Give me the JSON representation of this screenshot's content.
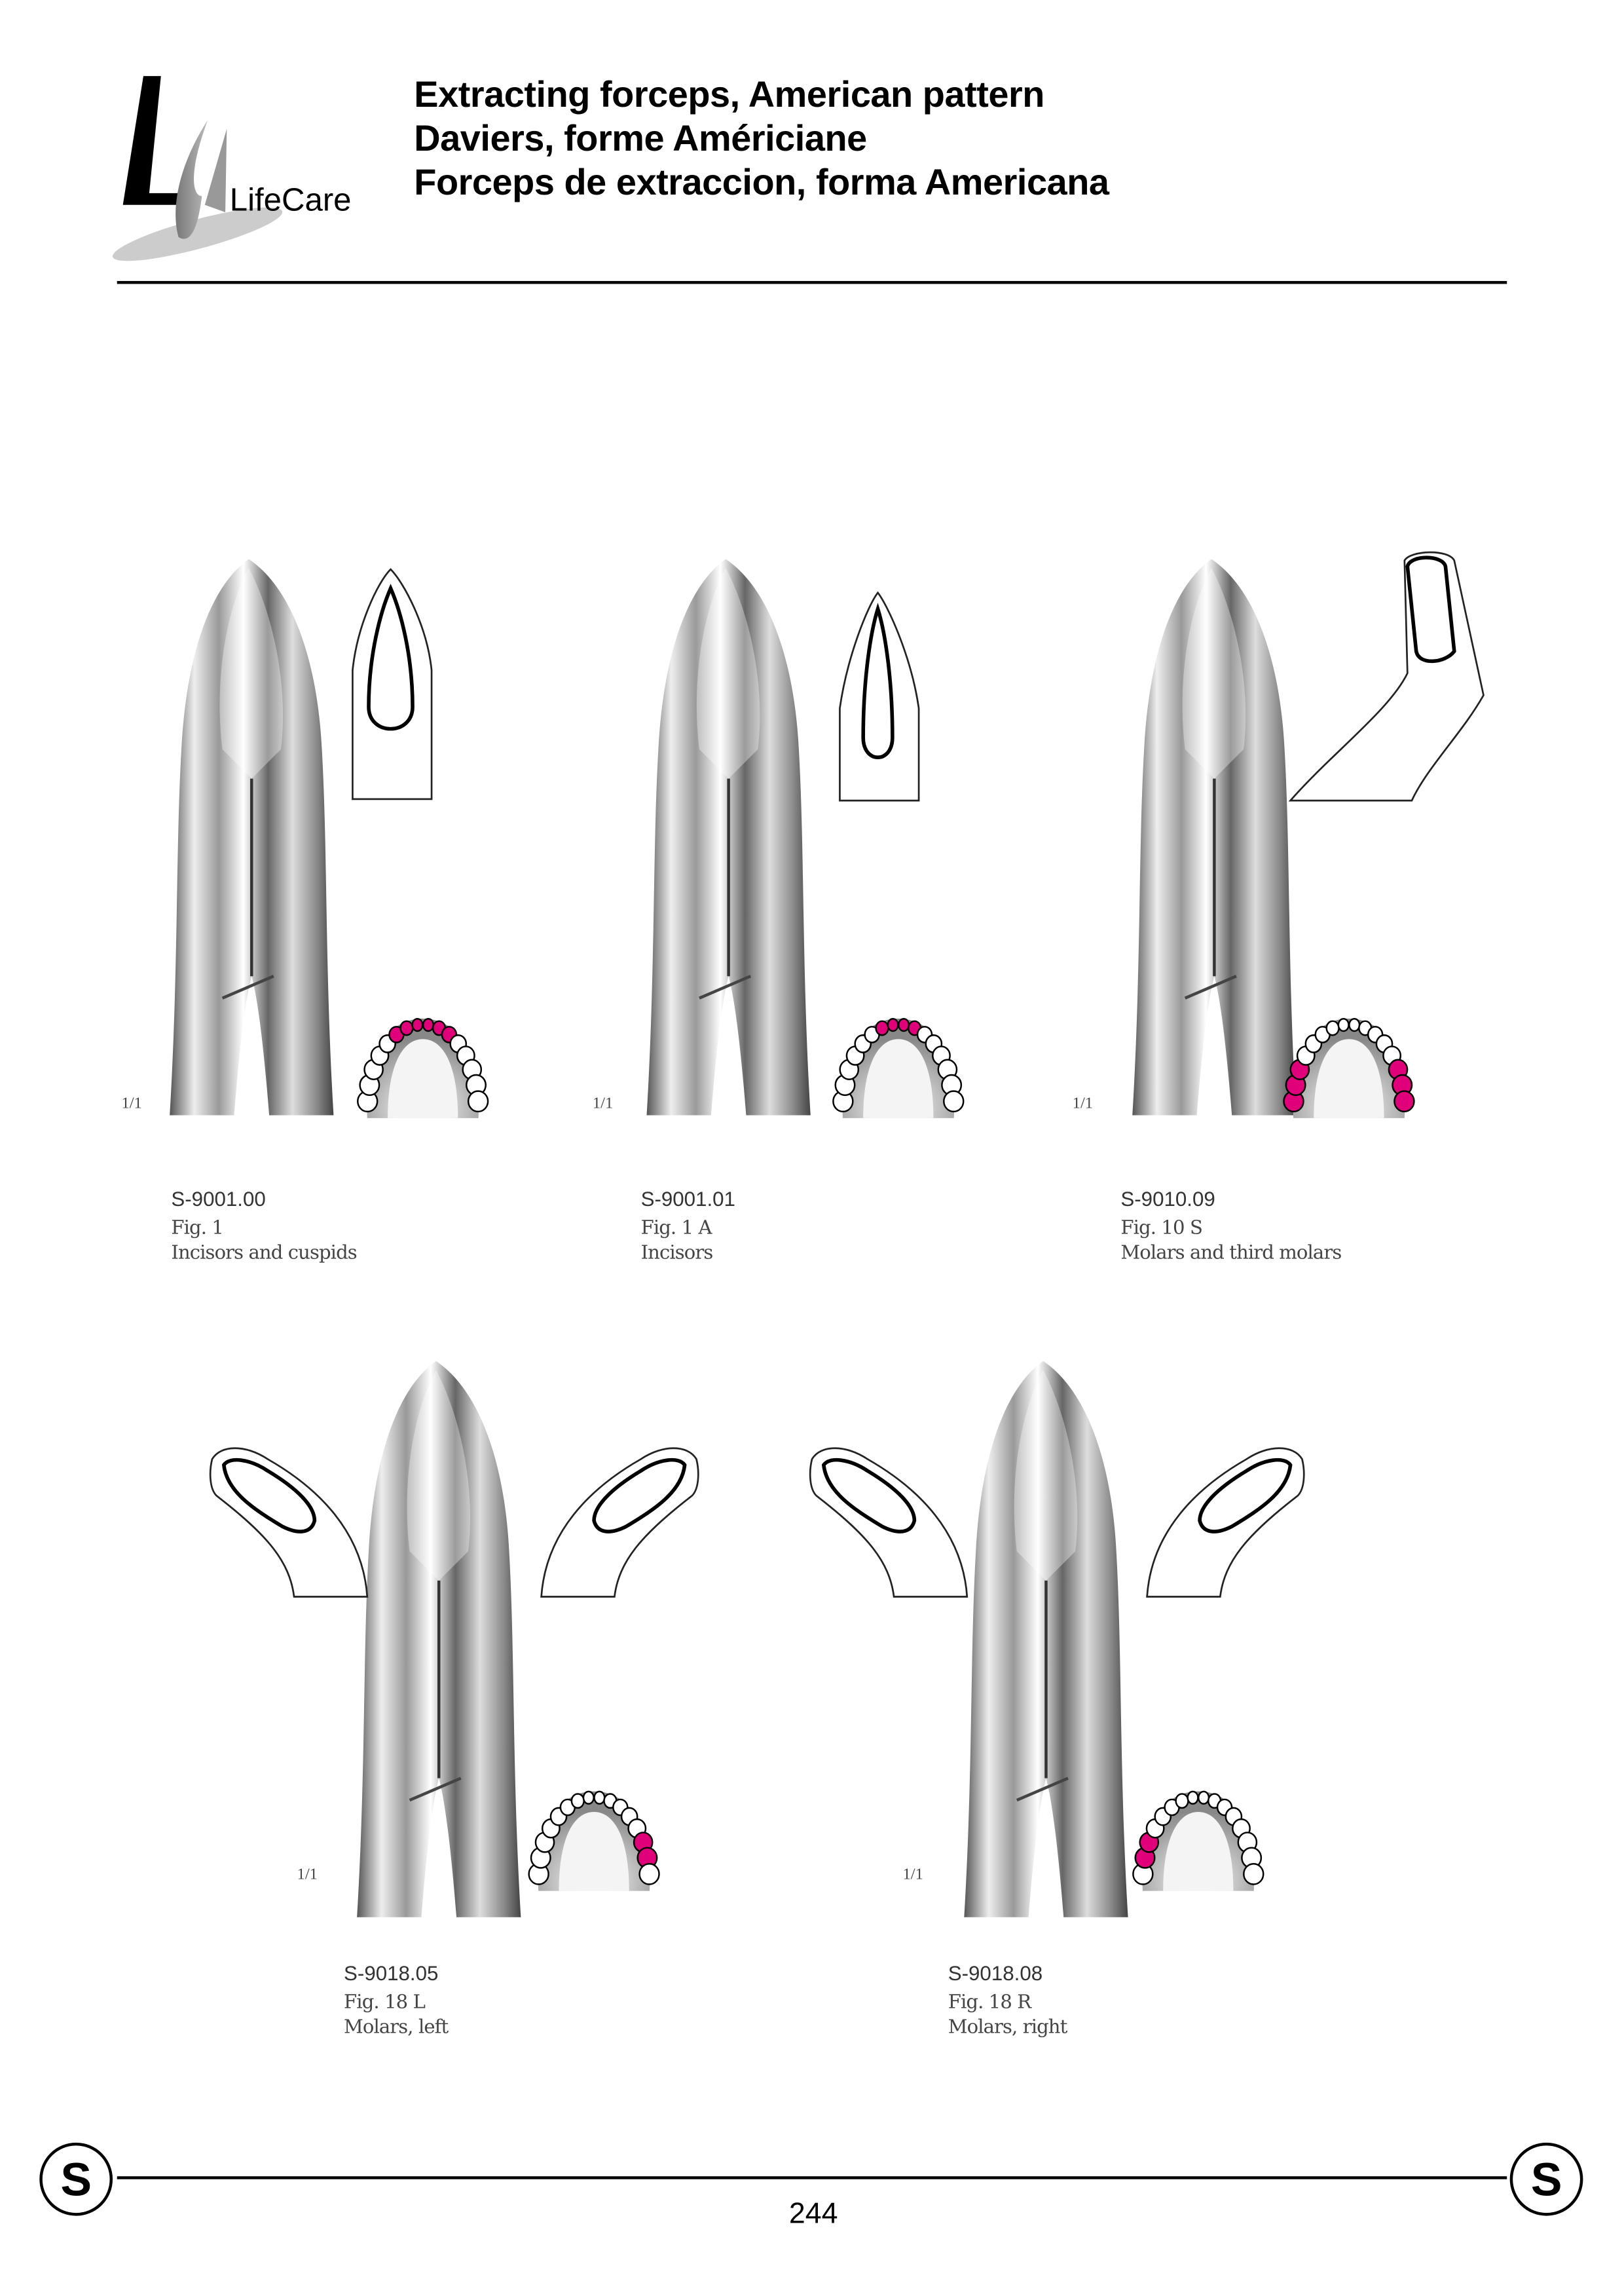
{
  "header": {
    "logo_text": "LifeCare",
    "titles": [
      "Extracting forceps, American pattern",
      "Daviers, forme Américiane",
      "Forceps de extraccion, forma Americana"
    ]
  },
  "colors": {
    "highlight_teeth": "#e0007a",
    "rule": "#000000"
  },
  "products": [
    {
      "code": "S-9001.00",
      "fig": "Fig. 1",
      "desc": "Incisors and cuspids",
      "scale": "1/1",
      "highlighted_teeth": [
        5,
        6,
        7,
        8,
        9,
        10
      ]
    },
    {
      "code": "S-9001.01",
      "fig": "Fig. 1 A",
      "desc": "Incisors",
      "scale": "1/1",
      "highlighted_teeth": [
        6,
        7,
        8,
        9
      ]
    },
    {
      "code": "S-9010.09",
      "fig": "Fig. 10 S",
      "desc": "Molars and third molars",
      "scale": "1/1",
      "highlighted_teeth": [
        0,
        1,
        2,
        13,
        14,
        15
      ]
    },
    {
      "code": "S-9018.05",
      "fig": "Fig. 18 L",
      "desc": "Molars, left",
      "scale": "1/1",
      "highlighted_teeth": [
        13,
        14
      ]
    },
    {
      "code": "S-9018.08",
      "fig": "Fig. 18 R",
      "desc": "Molars, right",
      "scale": "1/1",
      "highlighted_teeth": [
        1,
        2
      ]
    }
  ],
  "footer": {
    "section_letter": "S",
    "page_number": "244"
  }
}
